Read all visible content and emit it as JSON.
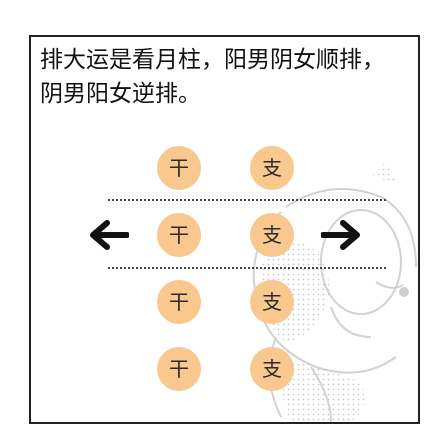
{
  "caption": {
    "line1": "排大运是看月柱，阳男阴女顺排，",
    "line2": "阴男阳女逆排。"
  },
  "columns": {
    "left": "干",
    "right": "支"
  },
  "rows": [
    {
      "gan": "干",
      "zhi": "支"
    },
    {
      "gan": "干",
      "zhi": "支"
    },
    {
      "gan": "干",
      "zhi": "支"
    },
    {
      "gan": "干",
      "zhi": "支"
    }
  ],
  "highlight_row": 2,
  "arrows": {
    "left_icon": "arrow-left-icon",
    "right_icon": "arrow-right-icon"
  },
  "colors": {
    "disc": "#f8c88f",
    "border": "#222222",
    "text": "#111111"
  }
}
